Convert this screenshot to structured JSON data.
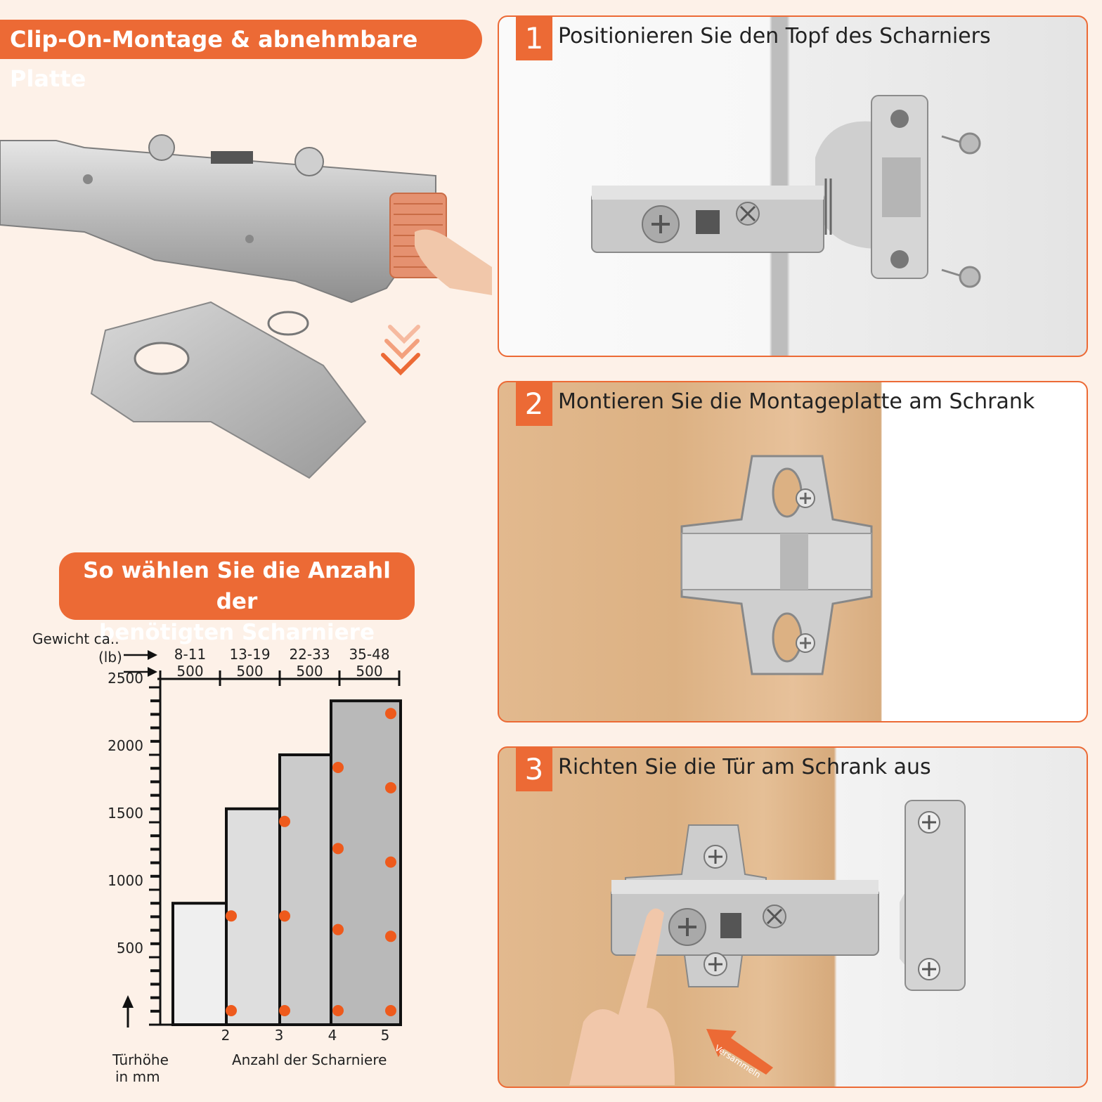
{
  "header": {
    "title": "Clip-On-Montage & abnehmbare Platte"
  },
  "steps": [
    {
      "number": "1",
      "text": "Positionieren Sie den Topf des Scharniers"
    },
    {
      "number": "2",
      "text": "Montieren Sie die Montageplatte am Schrank"
    },
    {
      "number": "3",
      "text": "Richten Sie die Tür am Schrank aus"
    }
  ],
  "assembly_arrow": {
    "label": "Versammeln"
  },
  "chart": {
    "title_line1": "So wählen Sie die Anzahl der",
    "title_line2": "benötigten Scharniere",
    "weight_label_line1": "Gewicht ca..",
    "weight_label_line2": "(lb)",
    "xlabel": "Anzahl der Scharniere",
    "ylabel_line1": "Türhöhe",
    "ylabel_line2": "in mm"
  },
  "chart_data": {
    "type": "bar",
    "categories": [
      "2",
      "3",
      "4",
      "5"
    ],
    "values": [
      900,
      1600,
      2000,
      2400
    ],
    "hinge_counts": [
      2,
      3,
      4,
      5
    ],
    "weights_lb": [
      "8-11",
      "13-19",
      "22-33",
      "35-48"
    ],
    "widths_mm": [
      "500",
      "500",
      "500",
      "500"
    ],
    "yticks": [
      500,
      1000,
      1500,
      2000,
      2500
    ],
    "ylim": [
      0,
      2500
    ],
    "xlabel": "Anzahl der Scharniere",
    "ylabel": "Türhöhe in mm",
    "colors": [
      "#efefef",
      "#dedede",
      "#cbcbcb",
      "#b9b9b9"
    ],
    "dot_color": "#ee5a1c"
  },
  "colors": {
    "accent": "#ec6a35",
    "background": "#fdf1e8"
  }
}
